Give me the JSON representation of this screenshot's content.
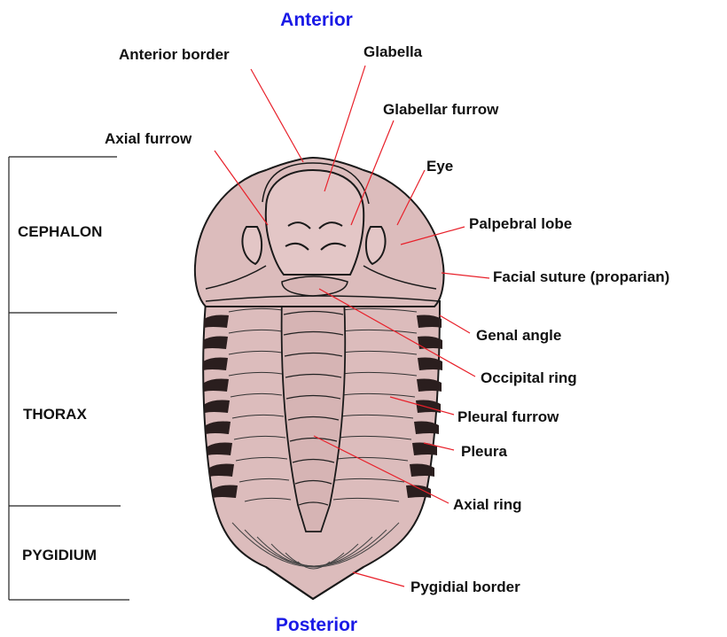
{
  "directions": {
    "anterior": "Anterior",
    "posterior": "Posterior",
    "color": "#1a1ae6"
  },
  "sections": {
    "cephalon": "CEPHALON",
    "thorax": "THORAX",
    "pygidium": "PYGIDIUM"
  },
  "labels": {
    "anterior_border": "Anterior border",
    "glabella": "Glabella",
    "glabellar_furrow": "Glabellar furrow",
    "axial_furrow": "Axial furrow",
    "eye": "Eye",
    "palpebral_lobe": "Palpebral lobe",
    "facial_suture": "Facial suture (proparian)",
    "genal_angle": "Genal angle",
    "occipital_ring": "Occipital ring",
    "pleural_furrow": "Pleural furrow",
    "pleura": "Pleura",
    "axial_ring": "Axial ring",
    "pygidial_border": "Pygidial border"
  },
  "colors": {
    "body_fill": "#dcbcbc",
    "outline": "#1a1a1a",
    "leader_line": "#e8202a",
    "pleura_dark": "#2a1e1e"
  }
}
